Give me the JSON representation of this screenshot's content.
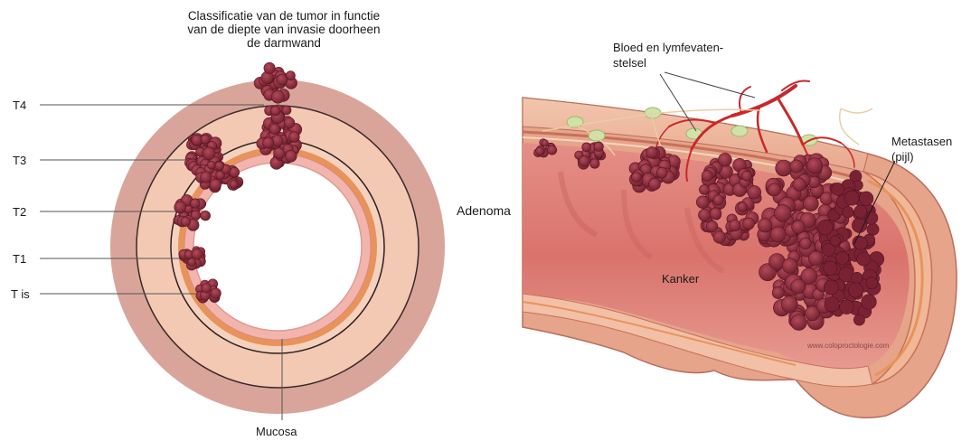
{
  "title_lines": [
    "Classificatie van de tumor in functie",
    "van de diepte van invasie doorheen",
    "de darmwand"
  ],
  "stage_labels": [
    "T4",
    "T3",
    "T2",
    "T1",
    "T is"
  ],
  "mucosa_label": "Mucosa",
  "vessels_label_lines": [
    "Bloed en lymfevaten-",
    "stelsel"
  ],
  "adenoma_label": "Adenoma",
  "cancer_label": "Kanker",
  "metastases_label_lines": [
    "Metastasen",
    "(pijl)"
  ],
  "credit": "www.coloproctologie.com",
  "colors": {
    "outer_layer": "#d9a59b",
    "muscle_layer": "#f3c9b4",
    "orange_band": "#e8935a",
    "mucosa_pink": "#f1b5ae",
    "tumor": "#8e2f40",
    "tumor_dark": "#6e1f2e",
    "vessel": "#c8282b"
  }
}
